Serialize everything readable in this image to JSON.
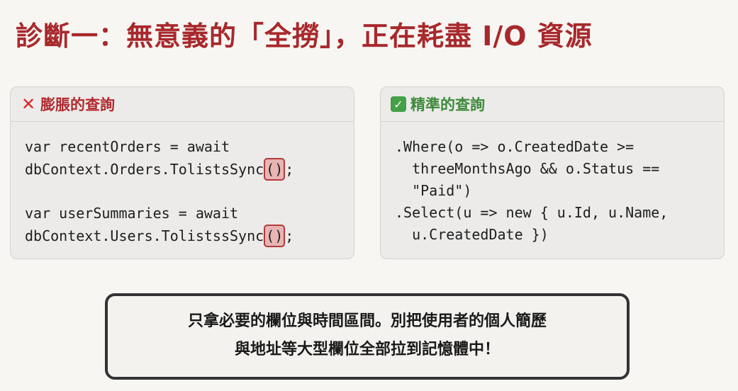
{
  "title": "診斷一：無意義的「全撈」，正在耗盡 I/O 資源",
  "left_card": {
    "icon": "cross-mark-icon",
    "heading": "膨脹的查詢",
    "code": {
      "line1": "var recentOrders = await",
      "line2_pre": "dbContext.Orders.TolistsSync",
      "line2_hl": "()",
      "line2_post": ";",
      "line3": "var userSummaries = await",
      "line4_pre": "dbContext.Users.TolistssSync",
      "line4_hl": "()",
      "line4_post": ";"
    }
  },
  "right_card": {
    "icon": "check-mark-icon",
    "heading": "精準的查詢",
    "code": [
      ".Where(o => o.CreatedDate >=",
      "  threeMonthsAgo && o.Status ==",
      "  \"Paid\")",
      ".Select(u => new { u.Id, u.Name,",
      "  u.CreatedDate })"
    ]
  },
  "callout": {
    "line1": "只拿必要的欄位與時間區間。別把使用者的個人簡歷",
    "line2": "與地址等大型欄位全部拉到記憶體中！"
  },
  "colors": {
    "title": "#a8282c",
    "bad_heading": "#b02a2e",
    "good_heading": "#3e8a3a",
    "highlight_fill": "#e8b4b4",
    "highlight_border": "#b33a3a"
  }
}
